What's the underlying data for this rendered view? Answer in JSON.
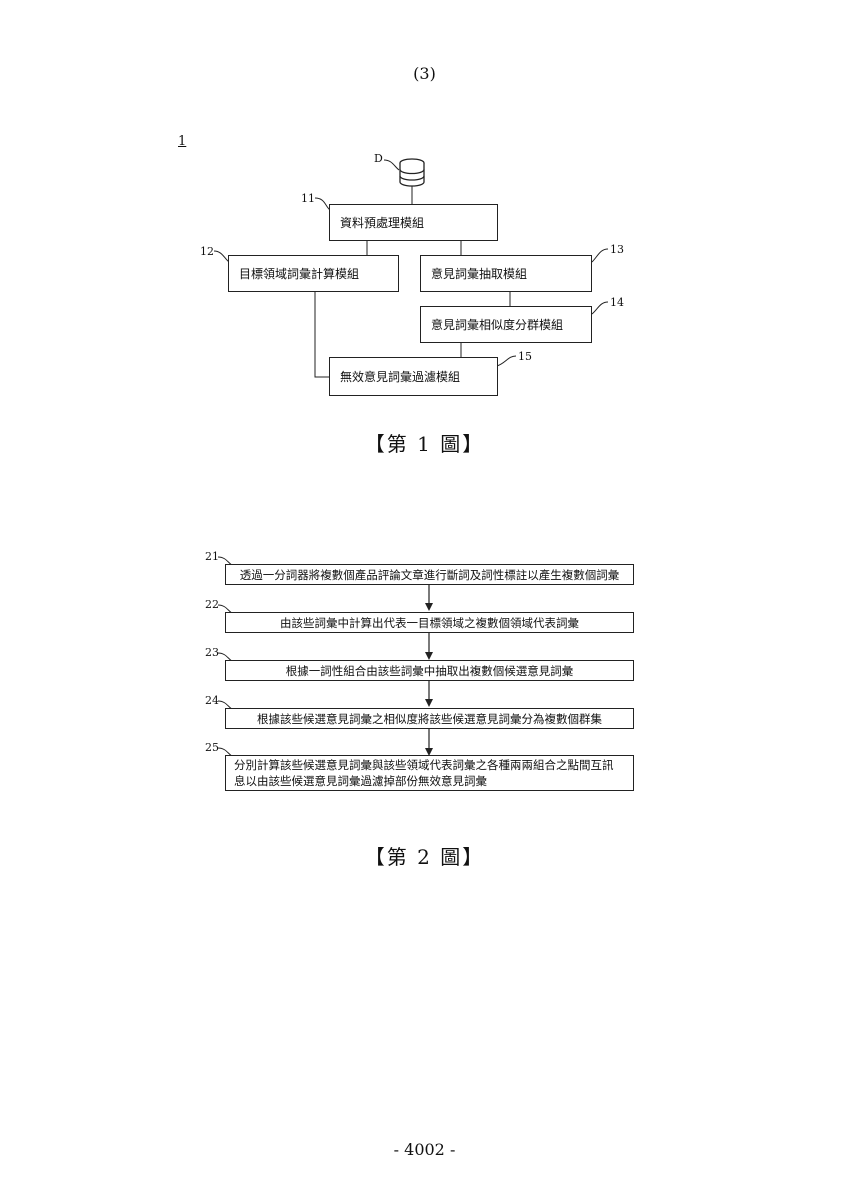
{
  "page_header": "(3)",
  "page_footer": "- 4002 -",
  "figure1": {
    "tag": "1",
    "database_label": "D",
    "modules": [
      {
        "ref": "11",
        "label": "資料預處理模組"
      },
      {
        "ref": "12",
        "label": "目標領域詞彙計算模組"
      },
      {
        "ref": "13",
        "label": "意見詞彙抽取模組"
      },
      {
        "ref": "14",
        "label": "意見詞彙相似度分群模組"
      },
      {
        "ref": "15",
        "label": "無效意見詞彙過濾模組"
      }
    ],
    "caption": "【第 1 圖】"
  },
  "figure2": {
    "steps": [
      {
        "ref": "21",
        "label": "透過一分詞器將複數個產品評論文章進行斷詞及詞性標註以產生複數個詞彙"
      },
      {
        "ref": "22",
        "label": "由該些詞彙中計算出代表一目標領域之複數個領域代表詞彙"
      },
      {
        "ref": "23",
        "label": "根據一詞性組合由該些詞彙中抽取出複數個候選意見詞彙"
      },
      {
        "ref": "24",
        "label": "根據該些候選意見詞彙之相似度將該些候選意見詞彙分為複數個群集"
      },
      {
        "ref": "25",
        "label_line1": "分別計算該些候選意見詞彙與該些領域代表詞彙之各種兩兩組合之點間互訊",
        "label_line2": "息以由該些候選意見詞彙過濾掉部份無效意見詞彙"
      }
    ],
    "caption": "【第 2 圖】"
  }
}
